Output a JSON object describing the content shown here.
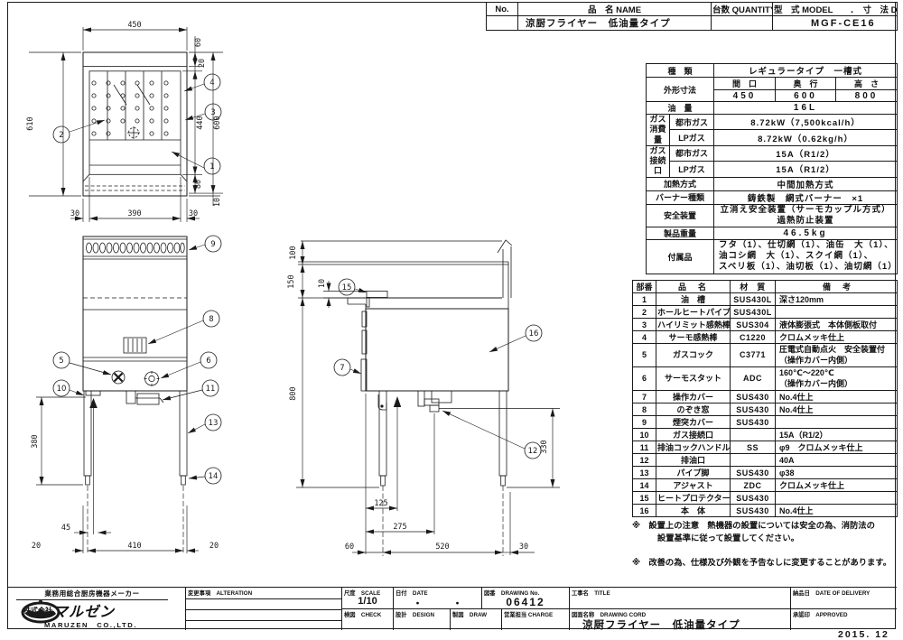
{
  "order_table": {
    "no_label": "No.",
    "name_label": "品　名 NAME",
    "qty_label": "台数 QUANTITY",
    "model_label": "型　式 MODEL　　．　寸　法 DIMENSION",
    "name": "涼厨フライヤー　低油量タイプ",
    "qty": "",
    "model": "MGF-CE16"
  },
  "spec": {
    "kind_label": "種　類",
    "kind": "レギュラータイプ　一槽式",
    "dims_label": "外形寸法",
    "dim_w_label": "間　口",
    "dim_d_label": "奥　行",
    "dim_h_label": "高　さ",
    "dim_w": "450",
    "dim_d": "600",
    "dim_h": "800",
    "oil_label": "油　量",
    "oil": "16L",
    "gas_use_label": "ガス\n消費量",
    "city_gas": "都市ガス",
    "lp_gas": "LPガス",
    "use_city": "8.72kW（7,500kcal/h）",
    "use_lp": "8.72kW（0.62kg/h）",
    "gas_conn_label": "ガス\n接続口",
    "conn_city_label": "都市ガス",
    "conn_lp_label": "LPガス",
    "conn_city": "15A（R1/2）",
    "conn_lp": "15A（R1/2）",
    "heat_label": "加熱方式",
    "heat": "中間加熱方式",
    "burner_label": "バーナー種類",
    "burner": "鋳鉄製　網式バーナー　×1",
    "safety_label": "安全装置",
    "safety": "立消え安全装置（サーモカップル方式）\n過熱防止装置",
    "weight_label": "製品重量",
    "weight": "46.5kg",
    "acc_label": "付属品",
    "accessories": "フタ（1）、仕切網（1）、油缶　大（1）、\n油コシ網　大（1）、スクイ網（1）、\nスベリ板（1）、油切板（1）、油切網（1）"
  },
  "parts": {
    "no_h": "部番",
    "name_h": "品　名",
    "mat_h": "材　質",
    "note_h": "備　考",
    "rows": [
      [
        "1",
        "油　槽",
        "SUS430L",
        "深さ120mm"
      ],
      [
        "2",
        "ホールヒートパイプ",
        "SUS430L",
        ""
      ],
      [
        "3",
        "ハイリミット感熱棒",
        "SUS304",
        "液体膨張式　本体側板取付"
      ],
      [
        "4",
        "サーモ感熱棒",
        "C1220",
        "クロムメッキ仕上"
      ],
      [
        "5",
        "ガスコック",
        "C3771",
        "圧電式自動点火　安全装置付\n（操作カバー内側）"
      ],
      [
        "6",
        "サーモスタット",
        "ADC",
        "160℃～220℃\n（操作カバー内側）"
      ],
      [
        "7",
        "操作カバー",
        "SUS430",
        "No.4仕上"
      ],
      [
        "8",
        "のぞき窓",
        "SUS430",
        "No.4仕上"
      ],
      [
        "9",
        "煙突カバー",
        "SUS430",
        ""
      ],
      [
        "10",
        "ガス接続口",
        "",
        "15A（R1/2）"
      ],
      [
        "11",
        "排油コックハンドル",
        "SS",
        "φ9　クロムメッキ仕上"
      ],
      [
        "12",
        "排油口",
        "",
        "40A"
      ],
      [
        "13",
        "パイプ脚",
        "SUS430",
        "φ38"
      ],
      [
        "14",
        "アジャスト",
        "ZDC",
        "クロムメッキ仕上"
      ],
      [
        "15",
        "ヒートプロテクター",
        "SUS430",
        ""
      ],
      [
        "16",
        "本　体",
        "SUS430",
        "No.4仕上"
      ]
    ]
  },
  "notes": {
    "note1": "※　設置上の注意　熱機器の設置については安全の為、消防法の\n　　　設置基準に従って設置してください。",
    "note2": "※　改善の為、仕様及び外観を予告なしに変更することがあります。"
  },
  "title_block": {
    "maker_tagline": "業務用総合厨房機器メーカー",
    "company_prefix": "株式会社",
    "company": "マルゼン",
    "company_en": "MARUZEN　CO.,LTD.",
    "alteration_label": "変更事項　ALTERATION",
    "scale_label": "尺度　SCALE",
    "scale": "1/10",
    "date_label": "日付　DATE",
    "date": "・　　　・",
    "dwg_no_label": "図番　DRAWING No.",
    "dwg_no": "06412",
    "title_label": "工事名　TITLE",
    "delivery_label": "納品日　DATE OF DELIVERY",
    "check_label": "検図　CHECK",
    "design_label": "設計　DESIGN",
    "draw_label": "製図　DRAW",
    "charge_label": "営業担当 CHARGE",
    "drawing_name_label": "図面名称　DRAWING CORD",
    "drawing_name": "涼厨フライヤー　低油量タイプ",
    "approved_label": "承認印　APPROVED",
    "issue_date": "2015. 12"
  },
  "drawing": {
    "balloons": {
      "b1": "1",
      "b2": "2",
      "b3": "3",
      "b4": "4",
      "b5": "5",
      "b6": "6",
      "b7": "7",
      "b8": "8",
      "b9": "9",
      "b10": "10",
      "b11": "11",
      "b12": "12",
      "b13": "13",
      "b14": "14",
      "b15": "15",
      "b16": "16"
    },
    "plan": {
      "w450": "450",
      "h610": "610",
      "r60": "60",
      "r20": "20",
      "r440": "440",
      "r80": "80",
      "r600": "600",
      "r10": "10",
      "b30l": "30",
      "b390": "390",
      "b30r": "30"
    },
    "front": {
      "h380": "380",
      "w45": "45",
      "b20l": "20",
      "b410": "410",
      "b20r": "20"
    },
    "side": {
      "t100": "100",
      "t150": "150",
      "t10": "10",
      "h800": "800",
      "h330": "330",
      "b125": "125",
      "b275": "275",
      "b60": "60",
      "b520": "520",
      "b30": "30"
    }
  }
}
